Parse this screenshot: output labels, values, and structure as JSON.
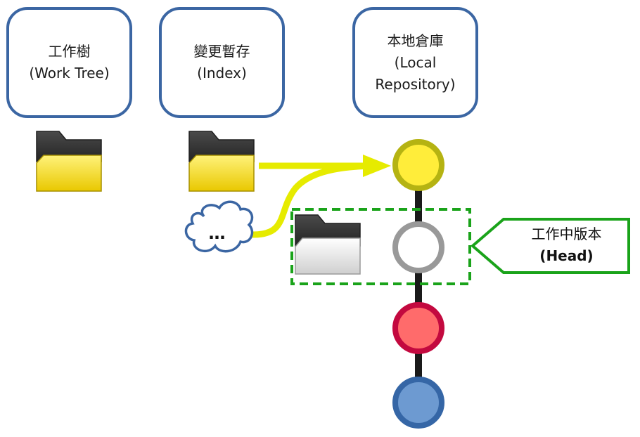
{
  "boxes": {
    "work_tree": {
      "line1": "工作樹",
      "line2": "(Work Tree)"
    },
    "index": {
      "line1": "變更暫存",
      "line2": "(Index)"
    },
    "repo": {
      "line1": "本地倉庫",
      "line2": "(Local",
      "line3": "Repository)"
    }
  },
  "head_label": {
    "line1": "工作中版本",
    "line2": "(Head)"
  },
  "cloud_text": "…",
  "commits": [
    {
      "fill": "#ffed3a",
      "stroke": "#b5b312"
    },
    {
      "fill": "#ffffff",
      "stroke": "#999999"
    },
    {
      "fill": "#ff6b6b",
      "stroke": "#c3093f"
    },
    {
      "fill": "#6d9ad1",
      "stroke": "#3566a6"
    }
  ],
  "colors": {
    "box_border": "#3b66a3",
    "arrow_yellow": "#e6eb00",
    "head_green": "#1aa31a",
    "folder_yellow": "#f2d61d",
    "folder_dark": "#2e2e2e",
    "folder_white": "#eeeeee",
    "commit_line": "#1a1a1a",
    "cloud_border": "#3b66a3"
  },
  "icons": [
    "folder-icon",
    "cloud-icon",
    "arrow-icon"
  ]
}
